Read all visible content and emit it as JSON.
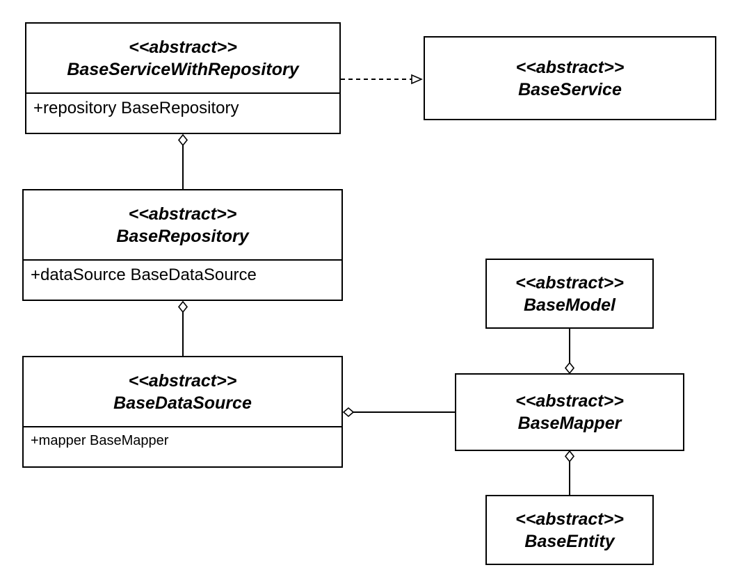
{
  "diagram": {
    "classes": {
      "base_service_with_repository": {
        "stereotype": "<<abstract>>",
        "name": "BaseServiceWithRepository",
        "attributes": [
          "+repository BaseRepository"
        ]
      },
      "base_service": {
        "stereotype": "<<abstract>>",
        "name": "BaseService"
      },
      "base_repository": {
        "stereotype": "<<abstract>>",
        "name": "BaseRepository",
        "attributes": [
          "+dataSource BaseDataSource"
        ]
      },
      "base_data_source": {
        "stereotype": "<<abstract>>",
        "name": "BaseDataSource",
        "attributes": [
          "+mapper BaseMapper"
        ]
      },
      "base_model": {
        "stereotype": "<<abstract>>",
        "name": "BaseModel"
      },
      "base_mapper": {
        "stereotype": "<<abstract>>",
        "name": "BaseMapper"
      },
      "base_entity": {
        "stereotype": "<<abstract>>",
        "name": "BaseEntity"
      }
    },
    "relations": [
      {
        "type": "realization",
        "from": "BaseServiceWithRepository",
        "to": "BaseService"
      },
      {
        "type": "aggregation",
        "whole": "BaseServiceWithRepository",
        "part": "BaseRepository"
      },
      {
        "type": "aggregation",
        "whole": "BaseRepository",
        "part": "BaseDataSource"
      },
      {
        "type": "aggregation",
        "whole": "BaseDataSource",
        "part": "BaseMapper"
      },
      {
        "type": "aggregation",
        "whole": "BaseMapper",
        "part": "BaseModel"
      },
      {
        "type": "aggregation",
        "whole": "BaseMapper",
        "part": "BaseEntity"
      }
    ]
  }
}
